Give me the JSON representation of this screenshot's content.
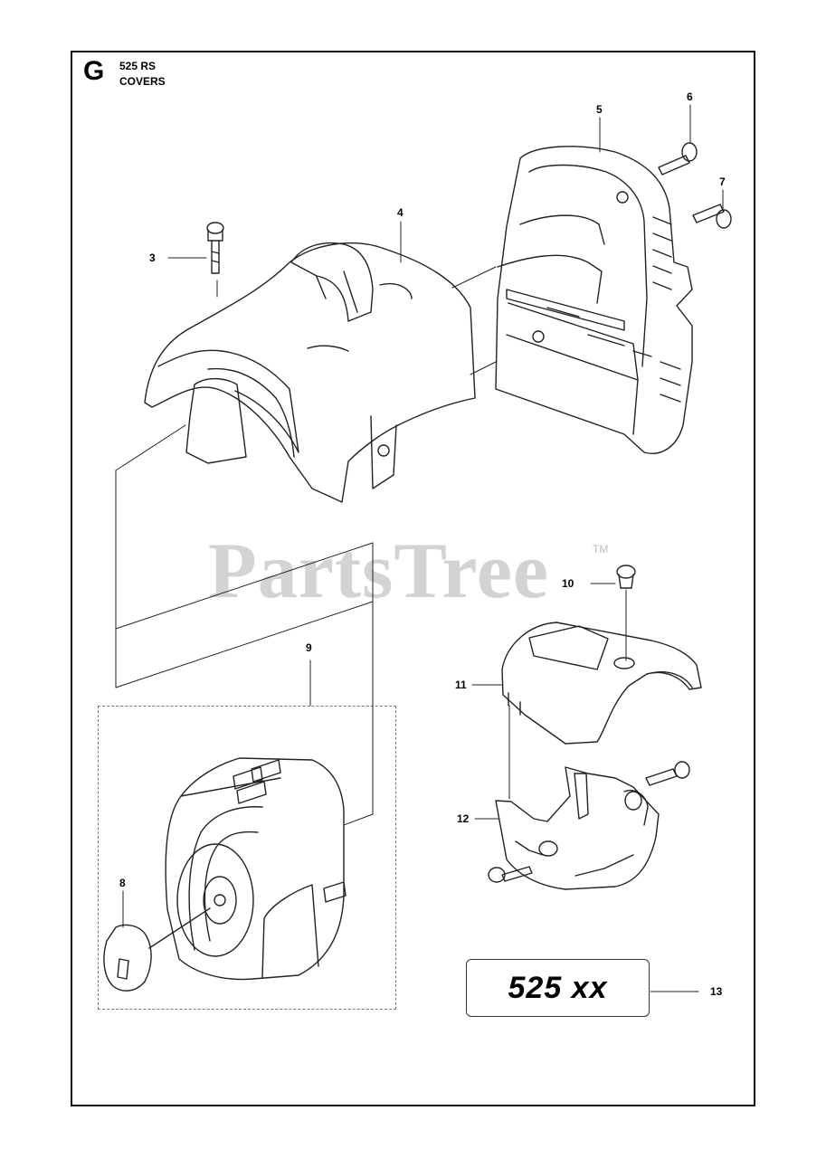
{
  "header": {
    "section_letter": "G",
    "model": "525 RS",
    "section_name": "COVERS"
  },
  "watermark": {
    "text": "PartsTree",
    "tm": "TM"
  },
  "callouts": [
    "3",
    "4",
    "5",
    "6",
    "7",
    "8",
    "9",
    "10",
    "11",
    "12",
    "13"
  ],
  "decal": {
    "text": "525 xx"
  },
  "colors": {
    "line": "#222222",
    "watermark": "#d3d3d3"
  }
}
